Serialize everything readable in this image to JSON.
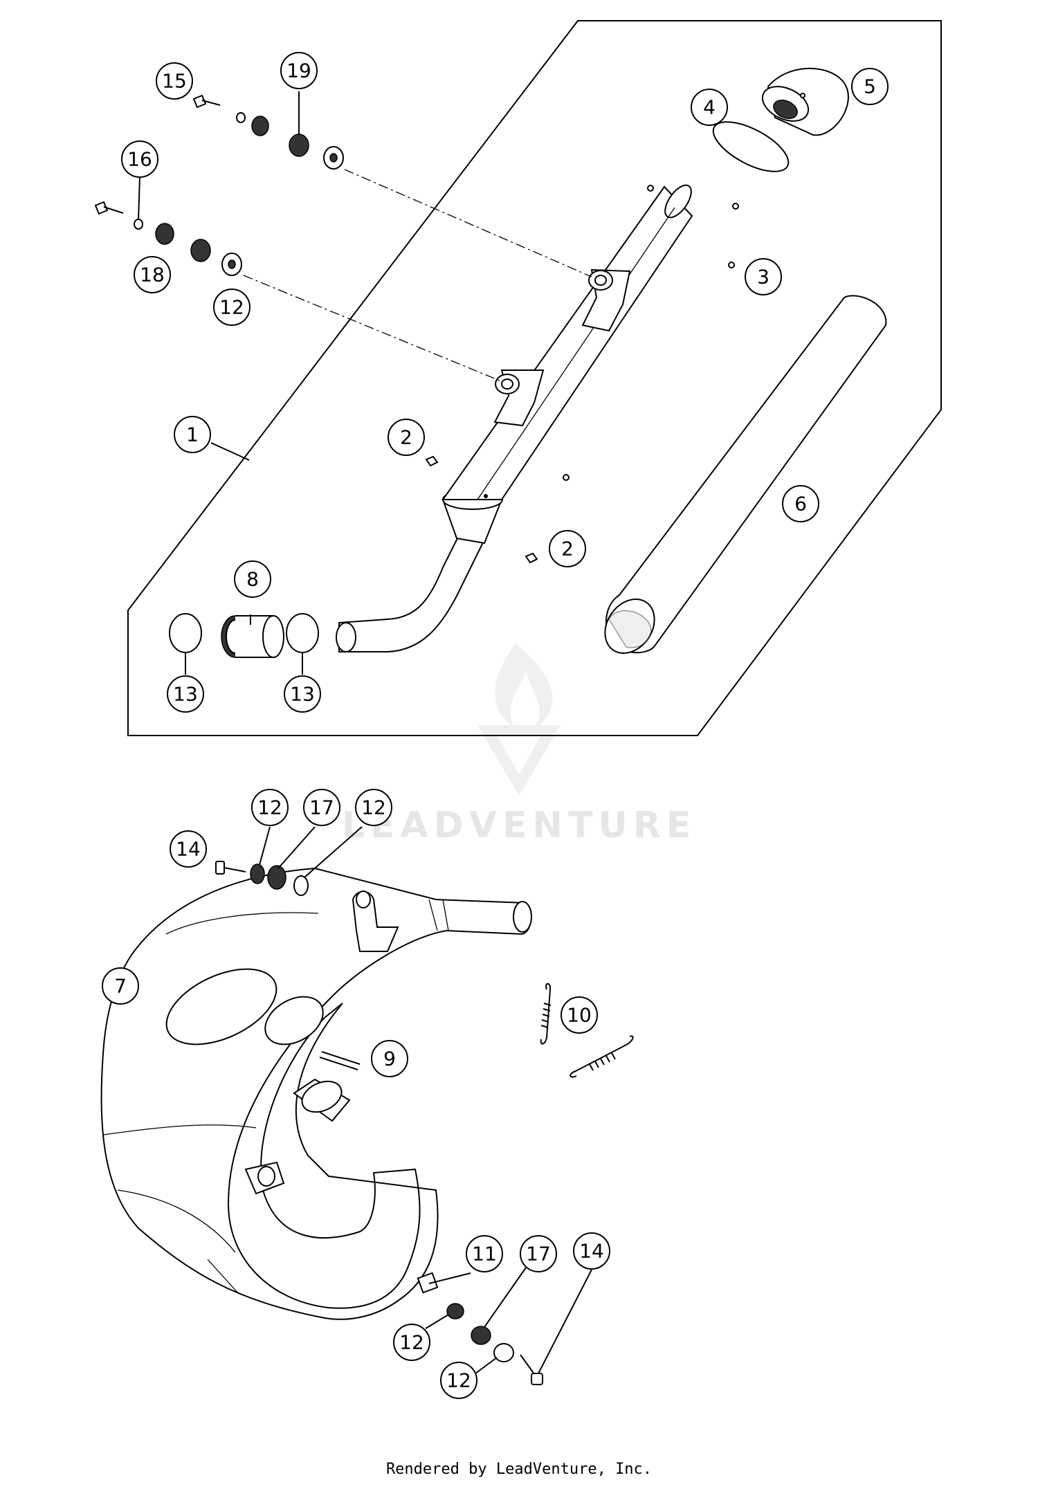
{
  "callouts": [
    "1",
    "2",
    "3",
    "4",
    "5",
    "6",
    "7",
    "8",
    "9",
    "10",
    "11",
    "12",
    "13",
    "14",
    "15",
    "16",
    "17",
    "18",
    "19"
  ],
  "watermark": "LEADVENTURE",
  "footer": "Rendered by LeadVenture, Inc."
}
